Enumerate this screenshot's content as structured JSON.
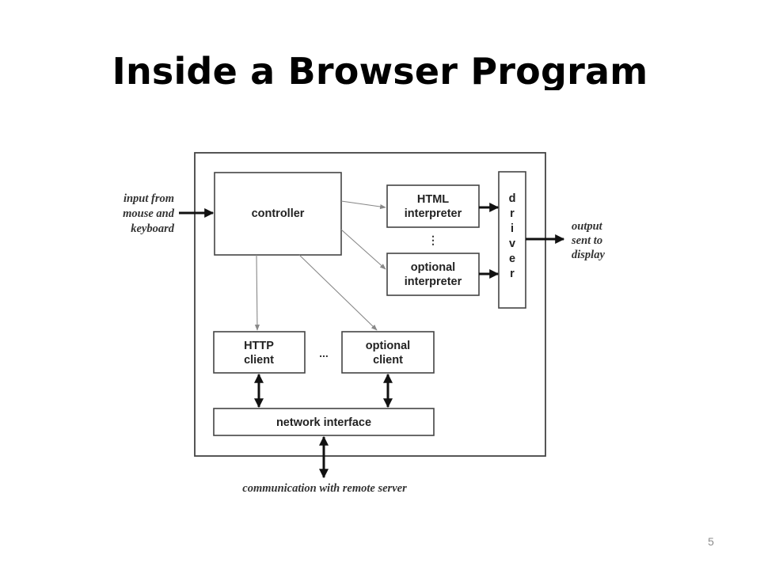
{
  "slide": {
    "title": "Inside a Browser Program",
    "page_number": "5"
  },
  "diagram": {
    "controller": "controller",
    "html_interpreter": [
      "HTML",
      "interpreter"
    ],
    "optional_interpreter": [
      "optional",
      "interpreter"
    ],
    "driver": [
      "d",
      "r",
      "i",
      "v",
      "e",
      "r"
    ],
    "http_client": [
      "HTTP",
      "client"
    ],
    "optional_client": [
      "optional",
      "client"
    ],
    "network_interface": "network interface",
    "input_label": [
      "input from",
      "mouse and",
      "keyboard"
    ],
    "output_label": [
      "output",
      "sent to",
      "display"
    ],
    "remote_label": "communication with remote server",
    "ellipsis_vertical": "⋮",
    "ellipsis_horizontal": "..."
  }
}
